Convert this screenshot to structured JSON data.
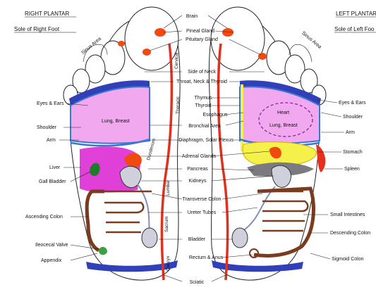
{
  "headings": {
    "right_plantar": "RIGHT PLANTAR",
    "sole_right": "Sole of Right Foot",
    "left_plantar": "LEFT PLANTAR",
    "sole_left": "Sole of Left Foo"
  },
  "labels": {
    "brain": "Brain",
    "pineal_gland": "Pineal Gland",
    "pituitary_gland": "Pituitary Gland",
    "sinus_area_right": "Sinus Area",
    "sinus_area_left": "Sinus Area",
    "side_of_neck": "Side of Neck",
    "throat_neck_thyroid": "Throat, Neck & Thyroid",
    "thymus": "Thymus",
    "thyroid": "Thyroid",
    "esophagus": "Esophagus",
    "bronchial_area": "Bronchial Area",
    "diaphragm": "Diaphragm, Solar Plexus",
    "adrenal_glands": "Adrenal Glands",
    "pancreas": "Pancreas",
    "kidneys": "Kidneys",
    "transverse_colon": "Transverse Colon",
    "ureter_tubes": "Ureter Tubes",
    "bladder": "Bladder",
    "rectum_anus": "Rectum & Anus",
    "sciatic": "Sciatic",
    "eyes_ears_right": "Eyes & Ears",
    "shoulder_right": "Shoulder",
    "arm_right": "Arm",
    "liver": "Liver",
    "gall_bladder": "Gall Bladder",
    "ascending_colon": "Ascending Colon",
    "ileocecal_valve": "Ileocecal Valve",
    "appendix": "Appendix",
    "eyes_ears_left": "Eyes & Ears",
    "shoulder_left": "Shoulder",
    "arm_left": "Arm",
    "stomach": "Stomach",
    "spleen": "Spleen",
    "small_intestines": "Small Intestines",
    "descending_colon": "Descending Colon",
    "sigmoid_colon": "Sigmoid Colon",
    "lung_breast_right": "Lung, Breast",
    "lung_breast_left": "Lung, Breast",
    "heart": "Heart"
  },
  "spine_labels": {
    "cervical": "Cervical",
    "thoracic": "Thoracic",
    "duodenum": "Duodenum",
    "lumbar": "Lumbar",
    "sacrum": "Sacrum",
    "coccyx": "Coccyx"
  },
  "colors": {
    "spine": "#e0301e",
    "lung": "#f2a8ee",
    "liver": "#e040d8",
    "gland": "#f04a10",
    "stomach": "#f5f04a",
    "shoulder": "#3040b8",
    "colon": "#7a3b1e",
    "pancreas": "#7a7a80",
    "spleen": "#e53020",
    "diaphragm": "#3a78d0"
  }
}
